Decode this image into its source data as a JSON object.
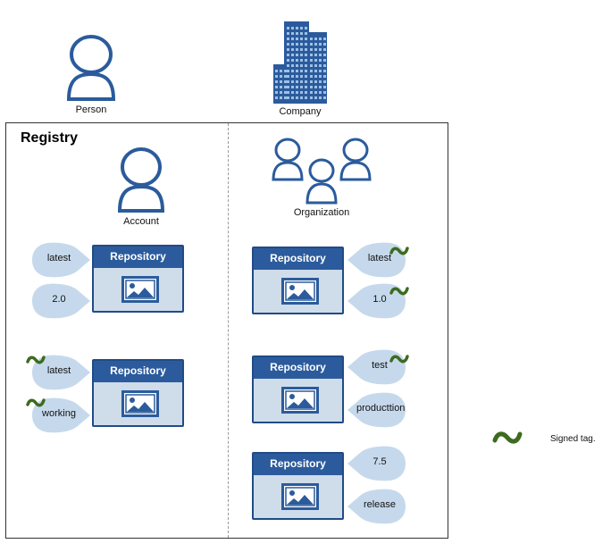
{
  "entities": {
    "person": "Person",
    "company": "Company",
    "account": "Account",
    "organization": "Organization"
  },
  "registry": {
    "title": "Registry"
  },
  "repositories": {
    "label": "Repository",
    "account_repo_1": {
      "tags": [
        "latest",
        "2.0"
      ]
    },
    "account_repo_2": {
      "tags": [
        "latest",
        "working"
      ]
    },
    "org_repo_1": {
      "tags": [
        "latest",
        "1.0"
      ]
    },
    "org_repo_2": {
      "tags": [
        "test",
        "producttion"
      ]
    },
    "org_repo_3": {
      "tags": [
        "7.5",
        "release"
      ]
    }
  },
  "legend": {
    "signed_tag": "Signed tag."
  },
  "colors": {
    "repo_header": "#2b5b9c",
    "repo_body": "#cfdcea",
    "tag_fill": "#c6d9ec",
    "signed_mark": "#3d6b1f",
    "icon_fill": "#2b5b9c"
  }
}
